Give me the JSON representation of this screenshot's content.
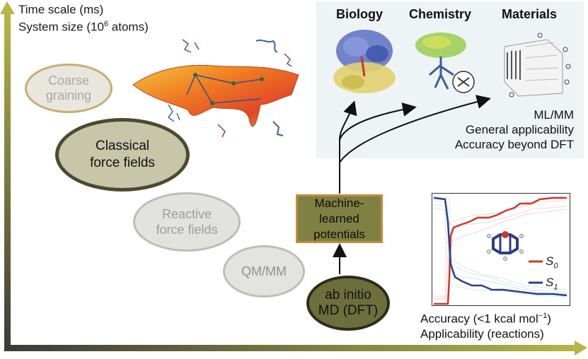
{
  "axes": {
    "y_label_line1": "Time scale (ms)",
    "y_label_line2": "System size (10",
    "y_label_line2_sup": "6",
    "y_label_line2_end": " atoms)"
  },
  "methods": {
    "coarse_line1": "Coarse",
    "coarse_line2": "graining",
    "classical_line1": "Classical",
    "classical_line2": "force fields",
    "reactive_line1": "Reactive",
    "reactive_line2": "force fields",
    "qmmm": "QM/MM",
    "abinitio_line1": "ab initio",
    "abinitio_line2": "MD (DFT)",
    "mlp_line1": "Machine-learned",
    "mlp_line2": "potentials"
  },
  "panel": {
    "biology": "Biology",
    "chemistry": "Chemistry",
    "materials": "Materials",
    "mlmm_line1": "ML/MM",
    "mlmm_line2": "General applicability",
    "mlmm_line3": "Accuracy beyond DFT"
  },
  "inset": {
    "s0_label": "S",
    "s0_sub": "0",
    "s1_label": "S",
    "s1_sub": "1",
    "s0_color": "#d0352b",
    "s1_color": "#2c3f86"
  },
  "footer": {
    "accuracy_start": "Accuracy (<1 kcal mol",
    "accuracy_sup": "−1",
    "accuracy_end": ")",
    "applicability": "Applicability (reactions)"
  },
  "colors": {
    "axis_dark": "#3a3a3a",
    "axis_light": "#b8b84a",
    "olive": "#7e8141",
    "dark_olive": "#6c6f3c"
  }
}
